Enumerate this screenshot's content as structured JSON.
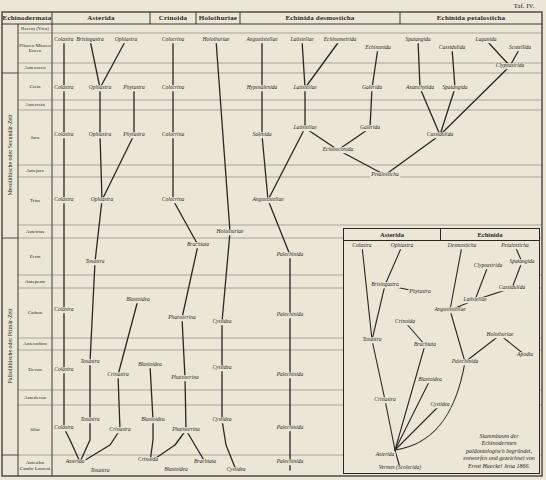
{
  "diagram": {
    "nodes": [
      {
        "text": [
          "Echinodermata"
        ]
      },
      {
        "text": [
          "Asterida"
        ]
      },
      {
        "text": [
          "Crinoida"
        ]
      },
      {
        "text": [
          "Holothuriae"
        ]
      },
      {
        "text": [
          "Echinida desmosticha"
        ]
      },
      {
        "text": [
          "Echinida petalosticha"
        ]
      },
      {
        "text": [
          "Recent (Viva)"
        ]
      },
      {
        "text": [
          "Pliocen Miocen Eocen"
        ]
      },
      {
        "text": [
          "Antecocen"
        ]
      },
      {
        "text": [
          "Creta"
        ]
      },
      {
        "text": [
          "Antecreta"
        ]
      },
      {
        "text": [
          "Jura"
        ]
      },
      {
        "text": [
          "Antejura"
        ]
      },
      {
        "text": [
          "Trias"
        ]
      },
      {
        "text": [
          "Antetrias"
        ]
      },
      {
        "text": [
          "Perm"
        ]
      },
      {
        "text": [
          "Anteperm"
        ]
      },
      {
        "text": [
          "Carbon"
        ]
      },
      {
        "text": [
          "Antecarbon"
        ]
      },
      {
        "text": [
          "Devon"
        ]
      },
      {
        "text": [
          "Antedevon"
        ]
      },
      {
        "text": [
          "Silur"
        ]
      },
      {
        "text": [
          "Antesilur Cambr Laurent"
        ]
      },
      {
        "text": [
          "Stammbaum der Echinodermen paläontologisch begründet, entworfen und gezeichnet von Ernst Haeckel Jena 1866."
        ]
      },
      {
        "text": [
          "Asterida"
        ],
        "in": 23
      },
      {
        "text": [
          "Echinida"
        ],
        "in": 23
      }
    ],
    "labels": [
      "Taf. IV.",
      "Mesolithische oder Secundär-Zeit",
      "Paläolithische oder Primär-Zeit",
      "Colastra",
      "Brisingastra",
      "Ophiastra",
      "Colastra",
      "Ophiastra",
      "Phytastra",
      "Colastra",
      "Ophiastra",
      "Phytastra",
      "Colastra",
      "Ophiastra",
      "Toxastra",
      "Colastra",
      "Blastoidea",
      "Colastra",
      "Toxastra",
      "Crinastra",
      "Blastoidea",
      "Phatnocrina",
      "Cystidea",
      "Palechinida",
      "Colastra",
      "Toxastra",
      "Crinastra",
      "Blastoidea",
      "Phatnocrina",
      "Cystidea",
      "Palechinida",
      "Asterida",
      "Toxastra",
      "Crinoida",
      "Blastoidea",
      "Brachiata",
      "Cystidea",
      "Palechinida",
      "Colocrina",
      "Colocrina",
      "Colocrina",
      "Colocrina",
      "Brachiata",
      "Phatnocrina",
      "Holothuriae",
      "Holothuriae",
      "Cystidea",
      "Angustistellae",
      "Latistellae",
      "Echinometrida",
      "Echinonida",
      "Hyposalenida",
      "Latistellae",
      "Galerida",
      "Salenida",
      "Latistellae",
      "Galerida",
      "Echinoconida",
      "Angustistellae",
      "Palechinida",
      "Palechinida",
      "Petalosticha",
      "Spatangida",
      "Cassidulida",
      "Laganida",
      "Scutellida",
      "Clypeastrida",
      "Ananchytida",
      "Spatangida",
      "Cassidulida",
      "Colastra",
      "Ophiastra",
      "Desmosticha",
      "Petalosticha",
      "Brisingastra",
      "Phytastra",
      "Toxastra",
      "Crinoida",
      "Brachiata",
      "Crinastra",
      "Blastoidea",
      "Cystidea",
      "Angustistellae",
      "Latistellae",
      "Clypeastrida",
      "Cassidulida",
      "Spatangida",
      "Holothuriae",
      "Apodia",
      "Palechinida",
      "Asterida",
      "Vermes (Scolecida)"
    ]
  }
}
